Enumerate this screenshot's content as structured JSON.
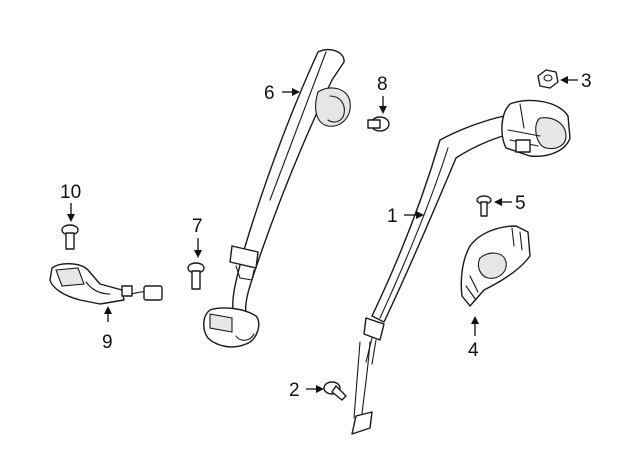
{
  "callouts": [
    {
      "id": "1",
      "label": "1",
      "part": "rear-seat-belt-assembly"
    },
    {
      "id": "2",
      "label": "2",
      "part": "bolt"
    },
    {
      "id": "3",
      "label": "3",
      "part": "nut"
    },
    {
      "id": "4",
      "label": "4",
      "part": "guide-bracket"
    },
    {
      "id": "5",
      "label": "5",
      "part": "bolt"
    },
    {
      "id": "6",
      "label": "6",
      "part": "center-seat-belt-assembly"
    },
    {
      "id": "7",
      "label": "7",
      "part": "bolt"
    },
    {
      "id": "8",
      "label": "8",
      "part": "bolt"
    },
    {
      "id": "9",
      "label": "9",
      "part": "buckle-assembly"
    },
    {
      "id": "10",
      "label": "10",
      "part": "bolt"
    }
  ],
  "colors": {
    "line": "#1a1a1a",
    "background": "#ffffff",
    "text": "#111111"
  }
}
